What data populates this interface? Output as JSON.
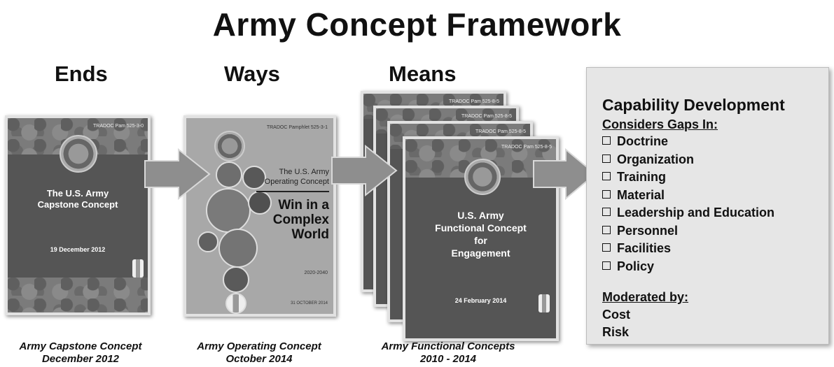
{
  "title": "Army Concept Framework",
  "columns": {
    "ends": "Ends",
    "ways": "Ways",
    "means": "Means"
  },
  "capstone": {
    "pamphlet": "TRADOC Pam 525-3-0",
    "cover_title_1": "The U.S. Army",
    "cover_title_2": "Capstone Concept",
    "date": "19 December 2012",
    "caption_1": "Army Capstone Concept",
    "caption_2": "December 2012"
  },
  "operating": {
    "pamphlet": "TRADOC Pamphlet 525-3-1",
    "cover_title_1": "The U.S. Army",
    "cover_title_2": "Operating Concept",
    "headline_1": "Win in a",
    "headline_2": "Complex",
    "headline_3": "World",
    "years": "2020-2040",
    "date": "31 OCTOBER 2014",
    "caption_1": "Army Operating Concept",
    "caption_2": "October 2014"
  },
  "functional": {
    "pamphlet": "TRADOC Pam 525-8-5",
    "cover_title_1": "U.S. Army",
    "cover_title_2": "Functional Concept",
    "cover_title_3": "for",
    "cover_title_4": "Engagement",
    "date": "24 February 2014",
    "caption_1": "Army Functional Concepts",
    "caption_2": "2010 - 2014"
  },
  "capability": {
    "title": "Capability  Development",
    "gaps_heading": "Considers Gaps In:",
    "gaps": [
      "Doctrine",
      "Organization",
      "Training",
      "Material",
      "Leadership  and Education",
      "Personnel",
      "Facilities",
      "Policy"
    ],
    "moderated_heading": "Moderated by:",
    "moderators": [
      "Cost",
      "Risk"
    ]
  },
  "colors": {
    "arrow_fill": "#8e8e8e",
    "arrow_stroke": "#d9d9d9",
    "cover_field": "#555555",
    "capability_box": "#e6e6e6"
  }
}
